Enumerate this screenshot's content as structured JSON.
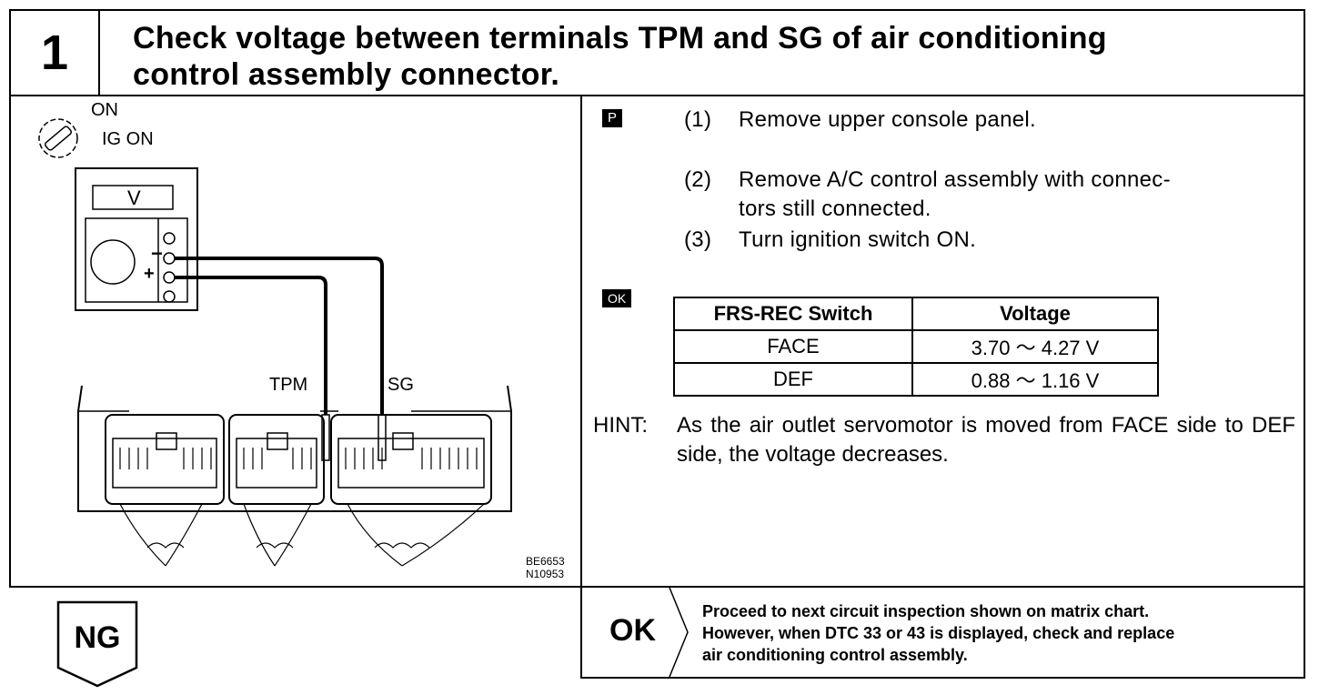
{
  "step": {
    "number": "1",
    "title_line1": "Check voltage between terminals TPM and SG of air conditioning",
    "title_line2": "control assembly connector."
  },
  "diagram": {
    "switch_on": "ON",
    "switch_ig_on": "IG ON",
    "meter_label": "V",
    "minus": "−",
    "plus": "+",
    "terminal_tpm": "TPM",
    "terminal_sg": "SG",
    "fig_code_1": "BE6653",
    "fig_code_2": "N10953",
    "wire_color": "#000000"
  },
  "procedure": {
    "badge_p": "P",
    "steps": [
      {
        "num": "(1)",
        "line1": "Remove upper console panel.",
        "line2": ""
      },
      {
        "num": "(2)",
        "line1": "Remove A/C control assembly with connec-",
        "line2": "tors still connected."
      },
      {
        "num": "(3)",
        "line1": "Turn ignition switch ON.",
        "line2": ""
      }
    ]
  },
  "spec": {
    "badge_ok": "OK",
    "headers": [
      "FRS-REC Switch",
      "Voltage"
    ],
    "rows": [
      [
        "FACE",
        "3.70 ～ 4.27 V"
      ],
      [
        "DEF",
        "0.88 ～ 1.16 V"
      ]
    ]
  },
  "hint": {
    "label": "HINT:",
    "text": "As the air outlet servomotor is moved from FACE side to DEF side, the voltage decreases."
  },
  "result_ok": {
    "label": "OK",
    "line1": "Proceed to next circuit inspection shown on matrix chart.",
    "line2": "However, when DTC 33 or 43 is displayed, check and replace",
    "line3": "air conditioning control assembly."
  },
  "result_ng": {
    "label": "NG"
  }
}
